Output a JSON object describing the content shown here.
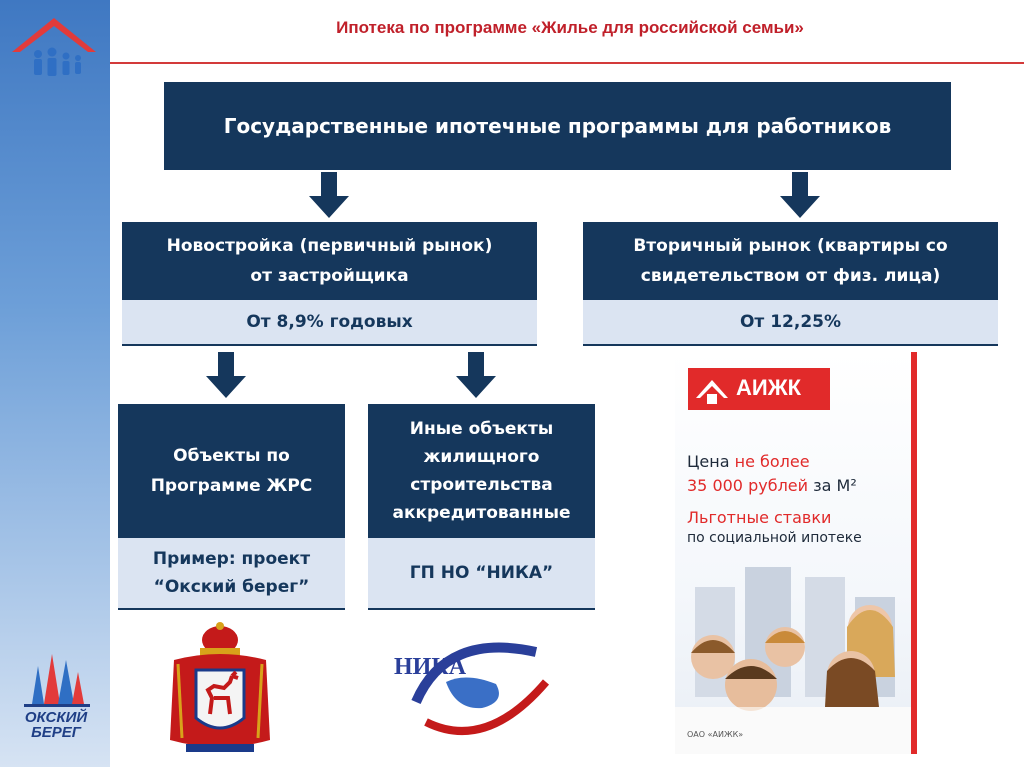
{
  "header": {
    "title": "Ипотека по программе «Жилье для российской семьи»"
  },
  "sidebar": {
    "bottom_logo_text_1": "ОКСКИЙ",
    "bottom_logo_text_2": "БЕРЕГ"
  },
  "diagram": {
    "root": "Государственные ипотечные программы для работников",
    "branches": [
      {
        "title_line1": "Новостройка (первичный рынок)",
        "title_line2": "от застройщика",
        "rate": "От 8,9% годовых"
      },
      {
        "title_line1": "Вторичный рынок (квартиры со",
        "title_line2": "свидетельством от физ. лица)",
        "rate": "От 12,25%"
      }
    ],
    "sub_branches": [
      {
        "title_line1": "Объекты по",
        "title_line2": "Программе ЖРС",
        "example_line1": "Пример: проект",
        "example_line2": "“Окский берег”"
      },
      {
        "title_line1": "Иные объекты",
        "title_line2": "жилищного",
        "title_line3": "строительства",
        "title_line4": "аккредитованные",
        "example_line1": "ГП НО “НИКА”"
      }
    ]
  },
  "logos": {
    "nika_text": "НИКА"
  },
  "ad": {
    "brand": "АИЖК",
    "line1_a": "Цена ",
    "line1_b": "не более",
    "line2_a": "35 000 рублей",
    "line2_b": " за М²",
    "line3": "Льготные ставки",
    "line4": "по социальной ипотеке",
    "footer": "ОАО «АИЖК»"
  },
  "colors": {
    "dark_box": "#15375c",
    "light_box": "#dbe4f2",
    "accent_red": "#c0202a",
    "sidebar_blue": "#3f78c2"
  }
}
